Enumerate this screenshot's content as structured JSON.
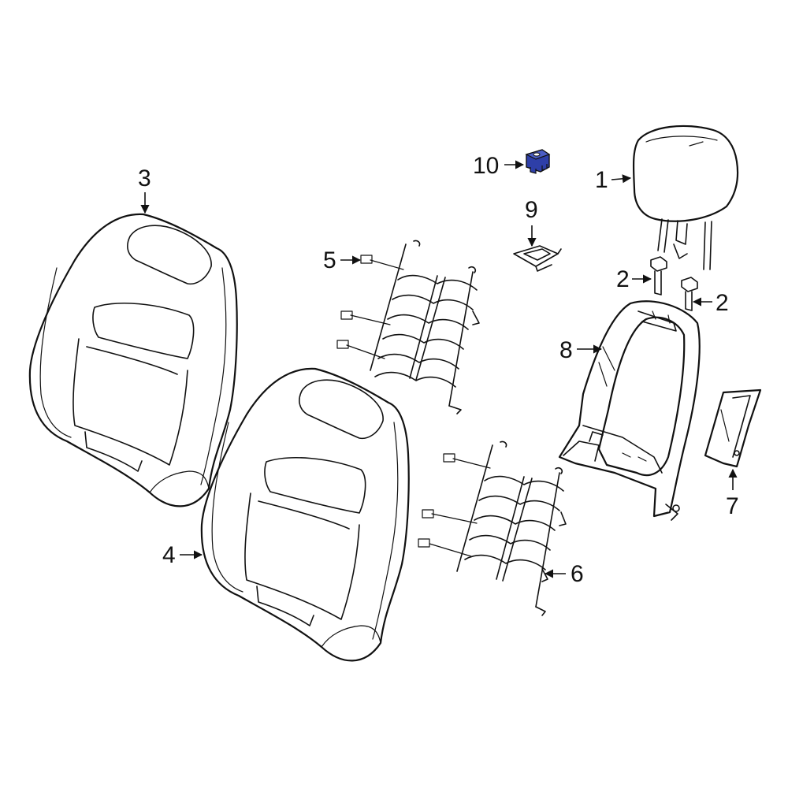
{
  "callouts": {
    "c1": "1",
    "c2a": "2",
    "c2b": "2",
    "c3": "3",
    "c4": "4",
    "c5": "5",
    "c6": "6",
    "c7": "7",
    "c8": "8",
    "c9": "9",
    "c10": "10"
  },
  "colors": {
    "line": "#111111",
    "background": "#ffffff",
    "highlight": "#2e3fa8"
  }
}
